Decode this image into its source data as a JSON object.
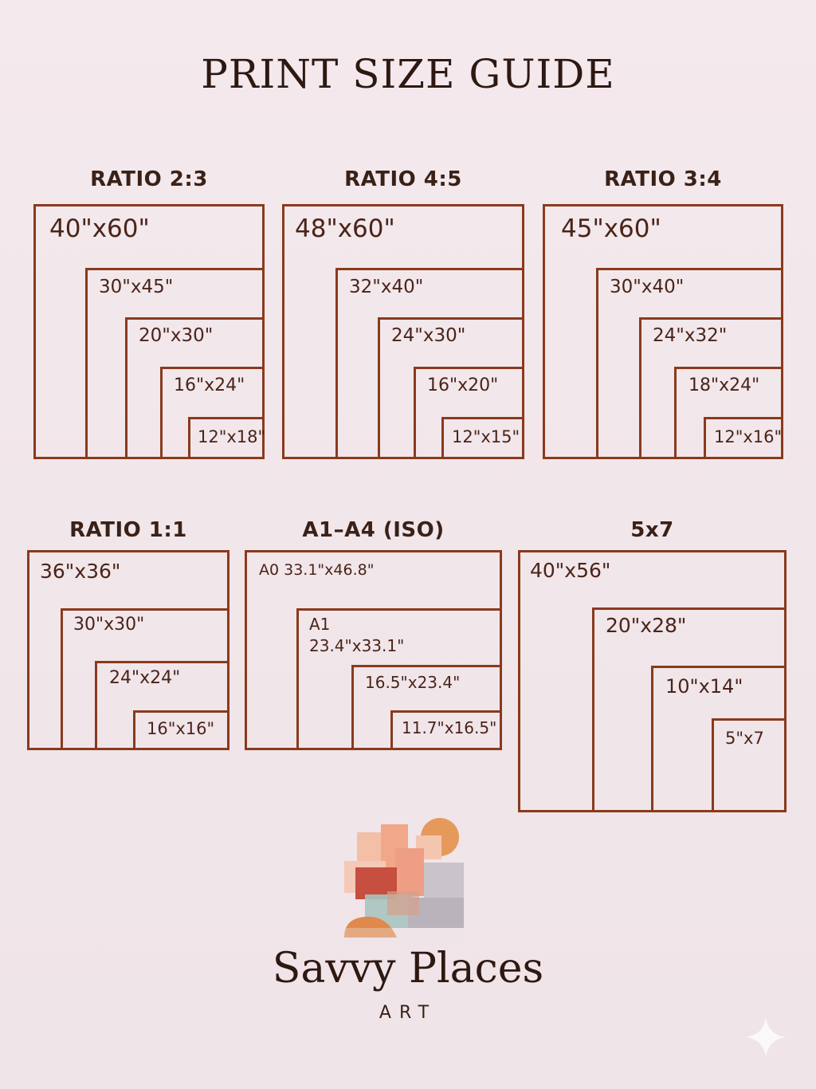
{
  "title": "PRINT SIZE GUIDE",
  "groups": [
    {
      "label": "RATIO 2:3",
      "sizes": [
        "40\"x60\"",
        "30\"x45\"",
        "20\"x30\"",
        "16\"x24\"",
        "12\"x18\""
      ]
    },
    {
      "label": "RATIO 4:5",
      "sizes": [
        "48\"x60\"",
        "32\"x40\"",
        "24\"x30\"",
        "16\"x20\"",
        "12\"x15\""
      ]
    },
    {
      "label": "RATIO 3:4",
      "sizes": [
        "45\"x60\"",
        "30\"x40\"",
        "24\"x32\"",
        "18\"x24\"",
        "12\"x16\""
      ]
    },
    {
      "label": "RATIO 1:1",
      "sizes": [
        "36\"x36\"",
        "30\"x30\"",
        "24\"x24\"",
        "16\"x16\""
      ]
    },
    {
      "label": "A1–A4 (ISO)",
      "sizes": [
        "A0 33.1\"x46.8\"",
        "A1",
        "23.4\"x33.1\"",
        "16.5\"x23.4\"",
        "11.7\"x16.5\""
      ]
    },
    {
      "label": "5x7",
      "sizes": [
        "40\"x56\"",
        "20\"x28\"",
        "10\"x14\"",
        "5\"x7"
      ]
    }
  ],
  "brand": {
    "name": "Savvy Places",
    "sub": "ART"
  },
  "colors": {
    "frame": "#8a3a1d",
    "background": "#f3e8eb",
    "text": "#3a1f18"
  }
}
